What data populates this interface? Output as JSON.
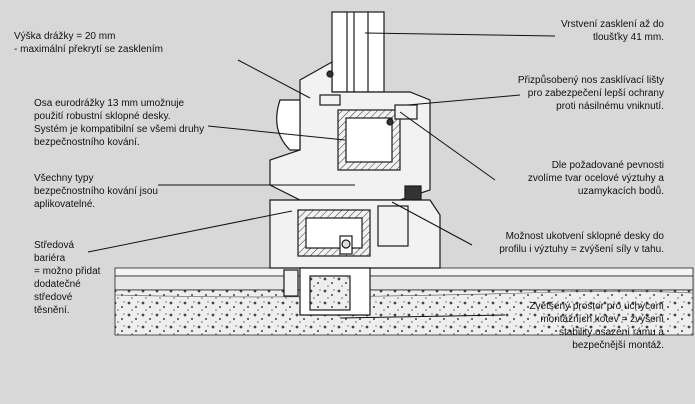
{
  "colors": {
    "background": "#d8d8d8",
    "profile_fill": "#f2f2f2",
    "profile_stroke": "#1a1a1a",
    "concrete": "#eeeeee",
    "steel": "#bdbdbd"
  },
  "annotations": {
    "groove_height": [
      "Výška drážky = 20 mm",
      "-  maximální překrytí se zasklením"
    ],
    "euro_groove": [
      "Osa eurodrážky 13 mm umožnuje",
      "použití robustní sklopné desky.",
      "Systém je kompatibilní se všemi druhy",
      "bezpečnostního kování."
    ],
    "all_fittings": [
      "Všechny typy",
      "bezpečnostního kování jsou",
      "aplikovatelné."
    ],
    "central_barrier": [
      "Středová",
      "bariéra",
      "= možno přidat",
      "dodatečné",
      "středové",
      "těsnění."
    ],
    "glazing_layers": [
      "Vrstvení zasklení až do",
      "tloušťky 41 mm."
    ],
    "glazing_bead": [
      "Přizpůsobený nos zasklívací lišty",
      "pro zabezpečení lepší ochrany",
      "proti násilnému vniknutí."
    ],
    "reinforcement": [
      "Dle požadované pevnosti",
      "zvolíme tvar ocelové výztuhy a",
      "uzamykacích bodů."
    ],
    "anchoring": [
      "Možnost ukotvení sklopné desky do",
      "profilu i výztuhy = zvýšení síly v tahu."
    ],
    "mounting_space": [
      "Zvětšený prostor pro uchycení",
      "montážních kotev = zvýšení",
      "stability  osazení rámu a",
      "bezpečnější montáž."
    ]
  }
}
